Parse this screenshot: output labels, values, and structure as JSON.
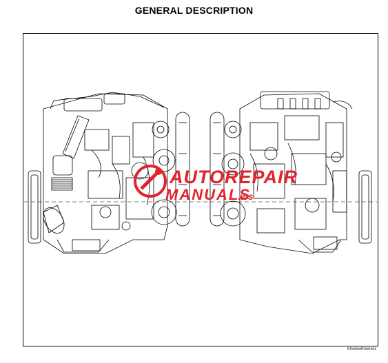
{
  "page": {
    "title": "GENERAL DESCRIPTION",
    "figure_id": "RTW46AMF000401"
  },
  "watermark": {
    "line1": "AUTOREPAIR",
    "line2": "MANUALS",
    "suffix": ".ws",
    "color": "#e0242c"
  },
  "colors": {
    "ink": "#000000",
    "paper": "#ffffff"
  }
}
